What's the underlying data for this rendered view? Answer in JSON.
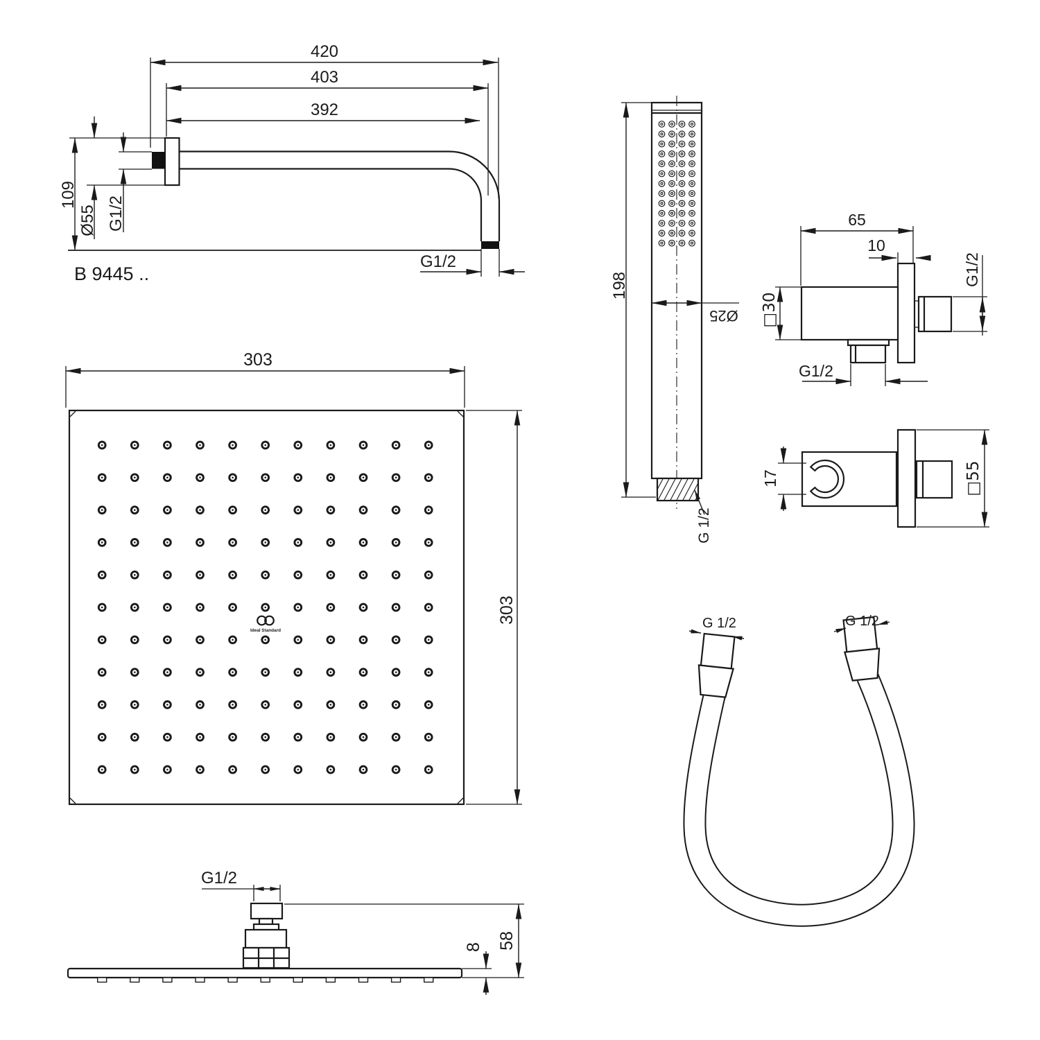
{
  "title": "Shower set technical drawing",
  "colors": {
    "line": "#1a1a1a",
    "background": "#ffffff"
  },
  "arm": {
    "model": "B 9445 ..",
    "dim_length_overall": "420",
    "dim_length_mid": "403",
    "dim_length_inner": "392",
    "dim_height": "109",
    "dim_flange": "Ø55",
    "dim_thread_wall": "G1/2",
    "dim_thread_outlet": "G1/2"
  },
  "handshower": {
    "dim_length": "198",
    "dim_diameter": "Ø25",
    "dim_thread": "G 1/2",
    "nozzle_grid": {
      "cols": 4,
      "rows": 13
    }
  },
  "elbow": {
    "dim_width": "65",
    "dim_plate_thickness": "10",
    "dim_body": "□30",
    "dim_thread_side": "G1/2",
    "dim_thread_bottom": "G1/2"
  },
  "holder": {
    "dim_clip": "17",
    "dim_plate": "□55"
  },
  "head_top": {
    "dim_width": "303",
    "dim_height": "303",
    "logo_text": "Ideal Standard",
    "nozzle_grid": {
      "cols": 11,
      "rows": 11
    }
  },
  "head_side": {
    "dim_thread": "G1/2",
    "dim_plate_thickness": "8",
    "dim_height": "58",
    "nozzle_count": 11
  },
  "hose": {
    "dim_thread_left": "G 1/2",
    "dim_thread_right": "G 1/2"
  }
}
